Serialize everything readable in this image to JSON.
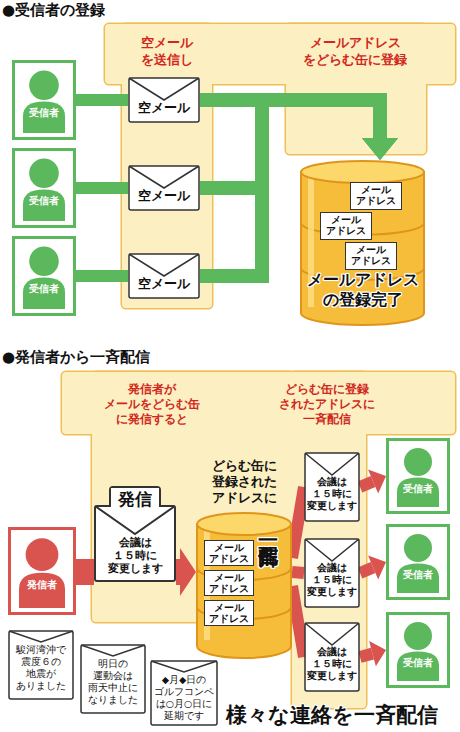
{
  "diagram": {
    "nodes": [
      {
        "text": [
          "受信者"
        ]
      },
      {
        "text": [
          "受信者"
        ]
      },
      {
        "text": [
          "受信者"
        ]
      },
      {
        "text": [
          "空メール"
        ]
      },
      {
        "text": [
          "空メール"
        ]
      },
      {
        "text": [
          "空メール"
        ]
      },
      {
        "text": [
          "メールアドレス の登録完了"
        ]
      },
      {
        "text": [
          "メール アドレス"
        ],
        "in": 6
      },
      {
        "text": [
          "メール アドレス"
        ],
        "in": 6
      },
      {
        "text": [
          "メール アドレス"
        ],
        "in": 6
      },
      {
        "text": [
          "発信者"
        ]
      },
      {
        "text": [
          "発信",
          "会議は １５時に 変更します"
        ]
      },
      {
        "text": [
          "どらむ缶に 登録された アドレスに",
          "一斉配信"
        ]
      },
      {
        "text": [
          "メール アドレス"
        ],
        "in": 12
      },
      {
        "text": [
          "メール アドレス"
        ],
        "in": 12
      },
      {
        "text": [
          "メール アドレス"
        ],
        "in": 12
      },
      {
        "text": [
          "会議は １５時に 変更します"
        ]
      },
      {
        "text": [
          "会議は １５時に 変更します"
        ]
      },
      {
        "text": [
          "会議は １５時に 変更します"
        ]
      },
      {
        "text": [
          "受信者"
        ]
      },
      {
        "text": [
          "受信者"
        ]
      },
      {
        "text": [
          "受信者"
        ]
      },
      {
        "text": [
          "駿河湾沖で 震度６の 地震が ありました"
        ]
      },
      {
        "text": [
          "明日の 運動会は 雨天中止に なりました"
        ]
      },
      {
        "text": [
          "◆月◆日の ゴルフコンペ は○月○日に 延期です"
        ]
      }
    ],
    "edges": [
      {
        "from": 0,
        "to": 3,
        "arrow": "none"
      },
      {
        "from": 1,
        "to": 4,
        "arrow": "none"
      },
      {
        "from": 2,
        "to": 5,
        "arrow": "none"
      },
      {
        "from": 3,
        "to": 6,
        "arrow": "to"
      },
      {
        "from": 4,
        "to": 6,
        "arrow": "to"
      },
      {
        "from": 5,
        "to": 6,
        "arrow": "to"
      },
      {
        "from": 10,
        "to": 11,
        "arrow": "none"
      },
      {
        "from": 11,
        "to": 12,
        "arrow": "to"
      },
      {
        "from": 12,
        "to": 16,
        "arrow": "none"
      },
      {
        "from": 12,
        "to": 17,
        "arrow": "none"
      },
      {
        "from": 12,
        "to": 18,
        "arrow": "none"
      },
      {
        "from": 16,
        "to": 19,
        "arrow": "to"
      },
      {
        "from": 17,
        "to": 20,
        "arrow": "to"
      },
      {
        "from": 18,
        "to": 21,
        "arrow": "to"
      }
    ],
    "labels": [
      "●受信者の登録",
      "空メール を送信し",
      "メールアドレス をどらむ缶に登録",
      "●発信者から一斉配信",
      "発信者が メールをどらむ缶 に発信すると",
      "どらむ缶に登録 されたアドレスに 一斉配信",
      "様々な連絡を一斉配信"
    ]
  }
}
